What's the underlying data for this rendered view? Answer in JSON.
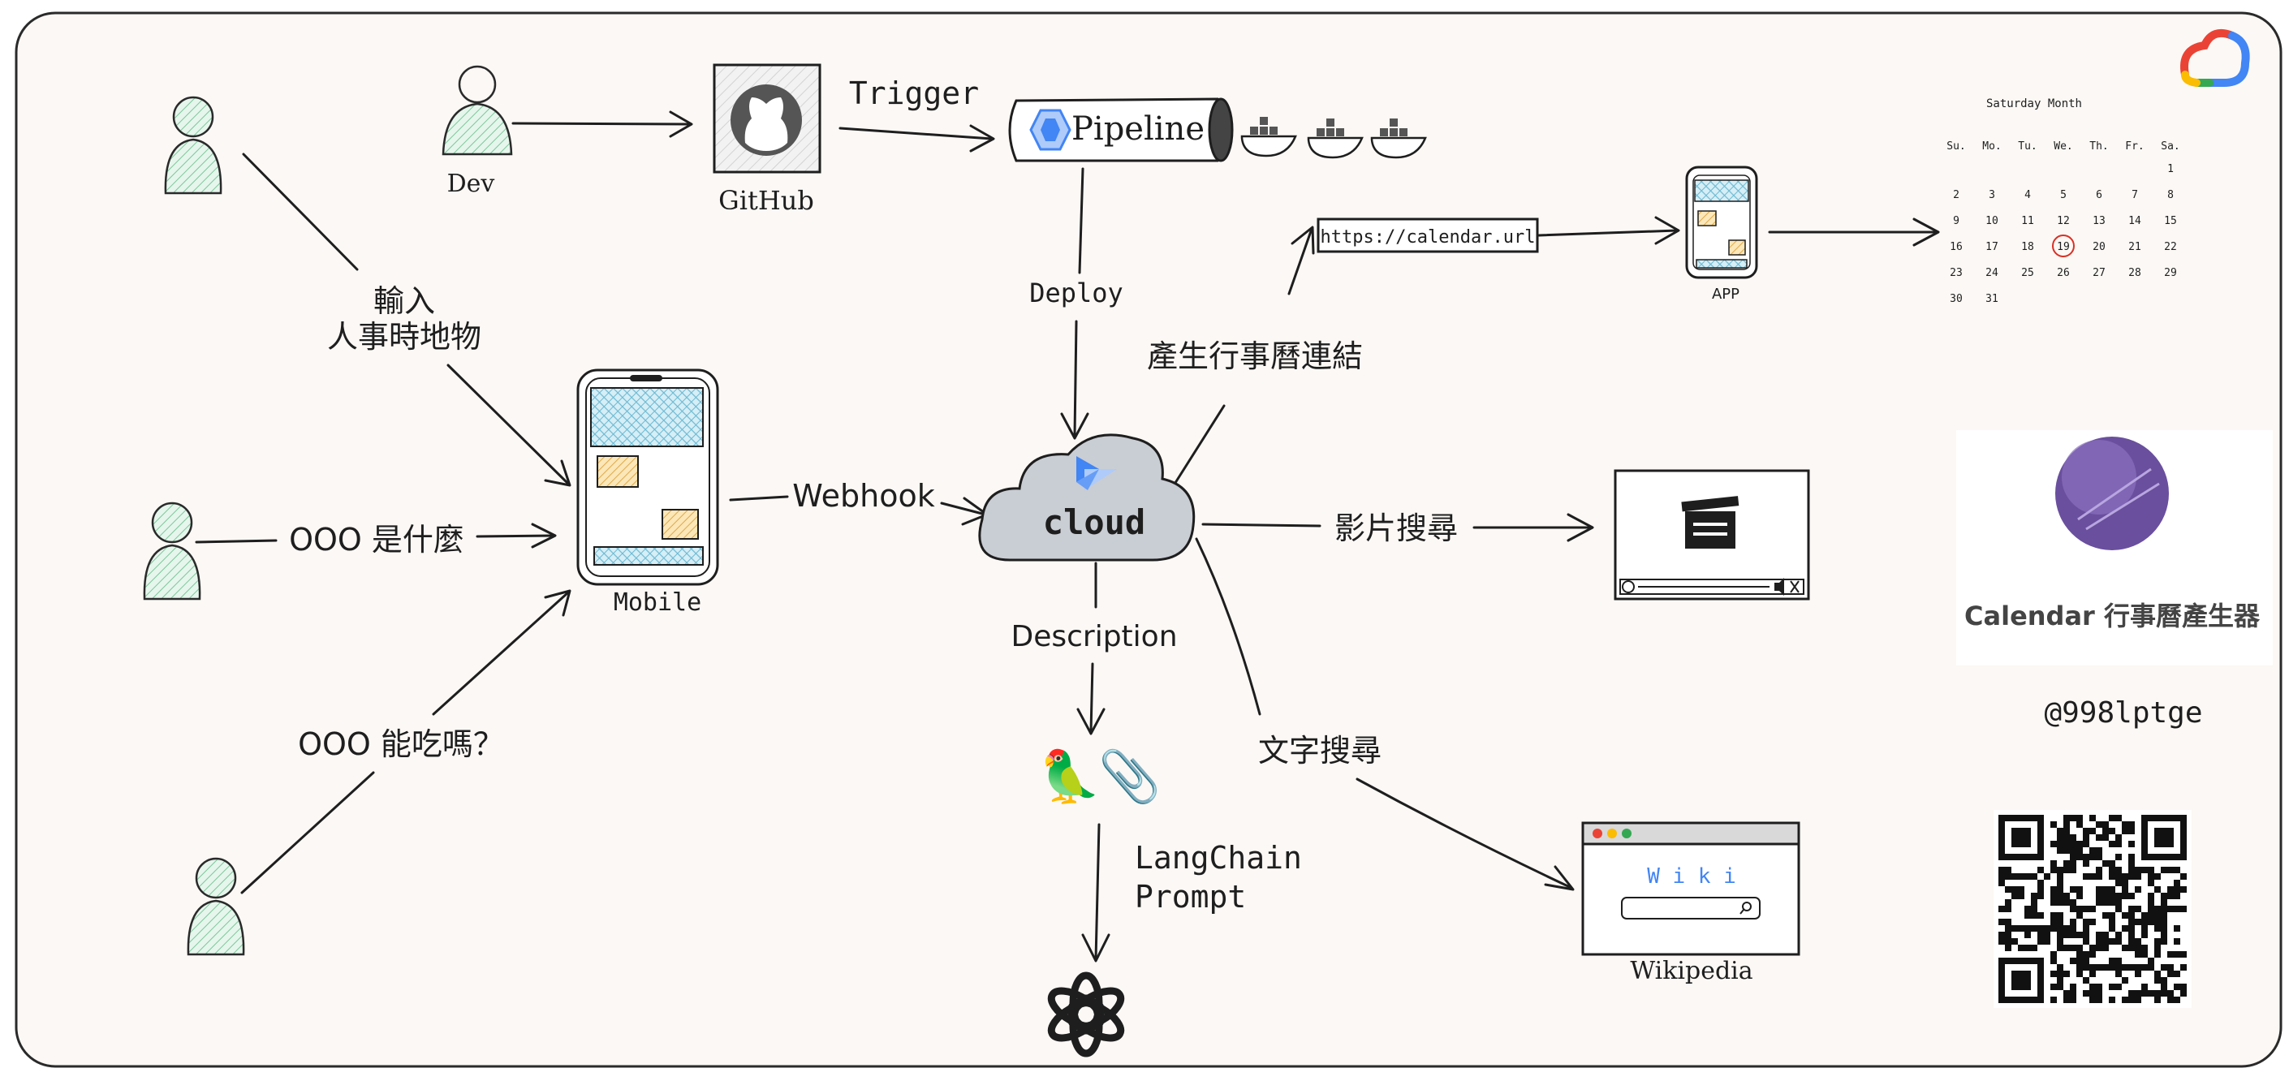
{
  "labels": {
    "dev": "Dev",
    "github": "GitHub",
    "trigger": "Trigger",
    "pipeline": "Pipeline",
    "deploy": "Deploy",
    "input_line1": "輸入",
    "input_line2": "人事時地物",
    "what_is": "OOO 是什麼",
    "can_eat": "OOO 能吃嗎？",
    "mobile": "Mobile",
    "webhook": "Webhook",
    "cloud": "cloud",
    "calendar_link": "產生行事曆連結",
    "calendar_url": "https://calendar.url",
    "app": "APP",
    "video_search": "影片搜尋",
    "text_search": "文字搜尋",
    "description": "Description",
    "langchain_line1": "LangChain",
    "langchain_line2": "Prompt",
    "wiki_logo": "W i k i",
    "wikipedia": "Wikipedia",
    "product_title": "Calendar 行事曆產生器",
    "handle": "@998lptge"
  },
  "calendar": {
    "title": "Saturday Month",
    "days": [
      "Su.",
      "Mo.",
      "Tu.",
      "We.",
      "Th.",
      "Fr.",
      "Sa."
    ],
    "weeks": [
      [
        "",
        "",
        "",
        "",
        "",
        "",
        "1"
      ],
      [
        "2",
        "3",
        "4",
        "5",
        "6",
        "7",
        "8"
      ],
      [
        "9",
        "10",
        "11",
        "12",
        "13",
        "14",
        "15"
      ],
      [
        "16",
        "17",
        "18",
        "19",
        "20",
        "21",
        "22"
      ],
      [
        "23",
        "24",
        "25",
        "26",
        "27",
        "28",
        "29"
      ],
      [
        "30",
        "31",
        "",
        "",
        "",
        "",
        ""
      ]
    ],
    "highlighted": "19"
  },
  "colors": {
    "background": "#fbf8f5",
    "person_fill": "#b8e6c8",
    "screen_fill": "#a5d8e6",
    "sticky_fill": "#f6d58e",
    "cloud_fill": "#c9cdd4",
    "highlight": "#d93025",
    "gcp_blue": "#4285f4",
    "gcp_red": "#ea4335",
    "gcp_yellow": "#fbbc04",
    "gcp_green": "#34a853"
  },
  "icons": {
    "parrot": "🦜",
    "paperclip": "📎",
    "docker": "docker-whale-icon"
  }
}
